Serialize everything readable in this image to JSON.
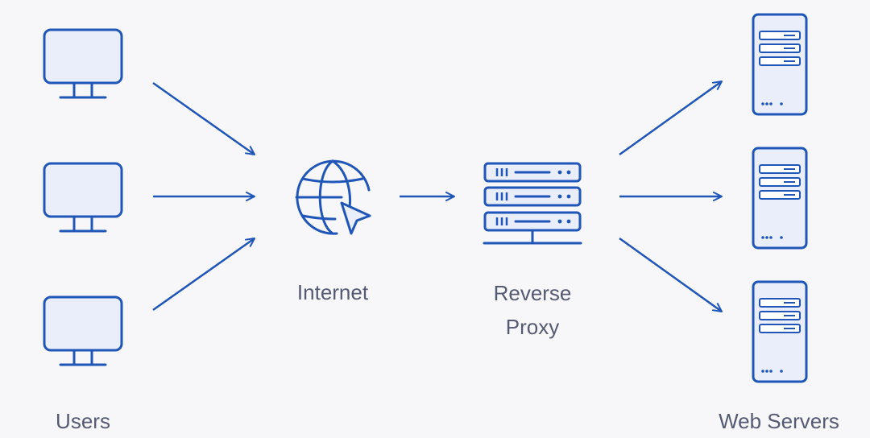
{
  "colors": {
    "background": "#f7f7fa",
    "stroke": "#1f56b8",
    "fill": "#e9eefa",
    "label": "#555a73"
  },
  "icons": {
    "user": "monitor-icon",
    "internet": "globe-cursor-icon",
    "proxy": "server-rack-icon",
    "server": "tower-server-icon",
    "arrow": "arrow-right-icon"
  },
  "labels": {
    "users": "Users",
    "internet": "Internet",
    "proxy_line1": "Reverse",
    "proxy_line2": "Proxy",
    "servers": "Web Servers"
  },
  "users": [
    {
      "id": "user-1"
    },
    {
      "id": "user-2"
    },
    {
      "id": "user-3"
    }
  ],
  "servers": [
    {
      "id": "server-1"
    },
    {
      "id": "server-2"
    },
    {
      "id": "server-3"
    }
  ]
}
